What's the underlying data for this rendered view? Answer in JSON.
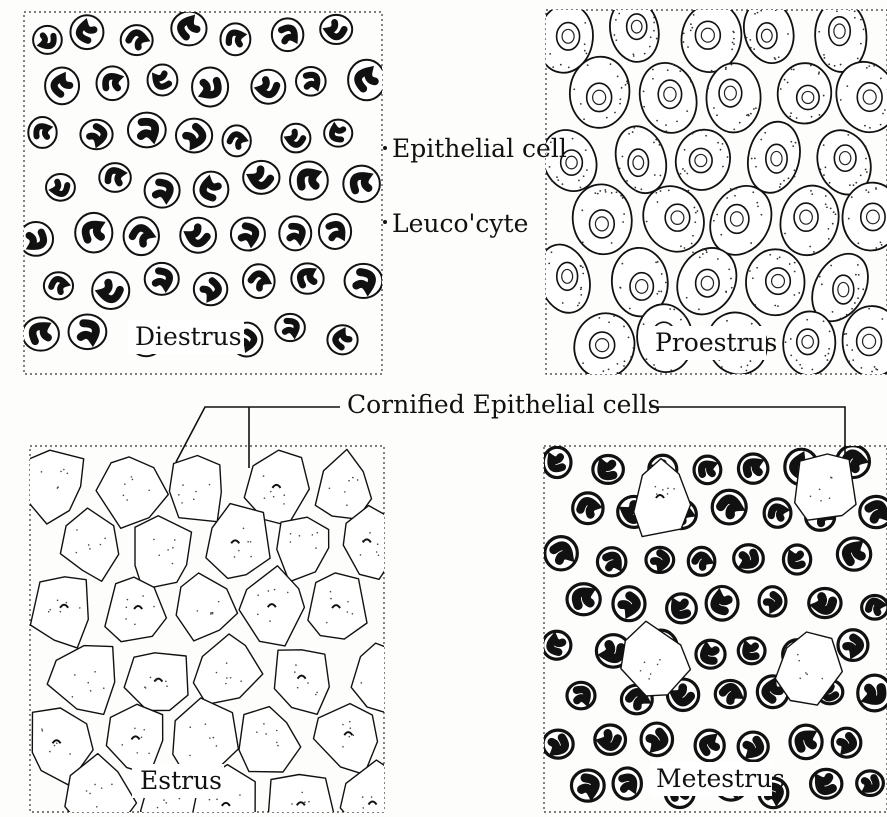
{
  "panels": {
    "diestrus": {
      "label": "Diestrus"
    },
    "proestrus": {
      "label": "Proestrus"
    },
    "estrus": {
      "label": "Estrus"
    },
    "metestrus": {
      "label": "Metestrus"
    }
  },
  "annotations": {
    "epithelial_cell": "Epithelial cell",
    "leucocyte": "Leuco'cyte",
    "cornified": "Cornified Epithelial cells"
  }
}
